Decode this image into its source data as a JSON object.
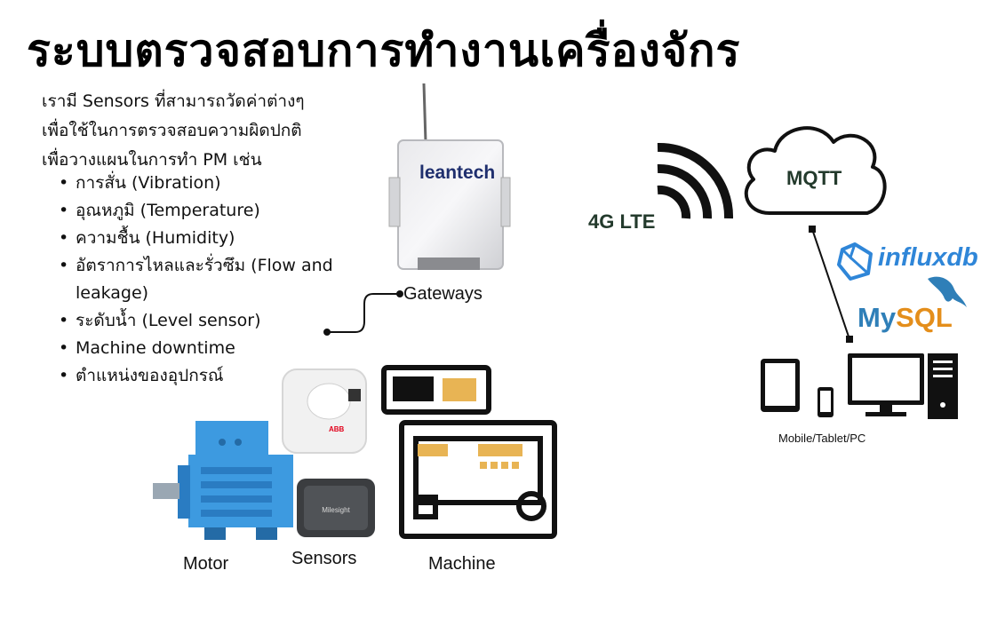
{
  "title": "ระบบตรวจสอบการทำงานเครื่องจักร",
  "intro": {
    "lines": [
      "เรามี Sensors ที่สามารถวัดค่าต่างๆ",
      "เพื่อใช้ในการตรวจสอบความผิดปกติ",
      "เพื่อวางแผนในการทำ PM เช่น"
    ]
  },
  "bullets": [
    "การสั่น (Vibration)",
    "อุณหภูมิ (Temperature)",
    "ความชื้น (Humidity)",
    "อัตราการไหลและรั่วซึม (Flow and leakage)",
    "ระดับน้ำ (Level sensor)",
    "Machine downtime",
    "ตำแหน่งของอุปกรณ์"
  ],
  "gateway": {
    "brand": "leantech",
    "label": "Gateways"
  },
  "devices": {
    "motor_label": "Motor",
    "sensors_label": "Sensors",
    "machine_label": "Machine",
    "sensor_brand": "ABB",
    "sensor2_brand": "Milesight"
  },
  "network": {
    "lte_label": "4G LTE",
    "mqtt_label": "MQTT"
  },
  "databases": {
    "influx": "influxdb",
    "mysql_my": "My",
    "mysql_sql": "SQL"
  },
  "clients": {
    "label": "Mobile/Tablet/PC"
  },
  "colors": {
    "dark_green": "#233a2c",
    "motor_blue": "#3d9ae0",
    "machine_orange": "#e8b454",
    "influx_blue": "#2f86d8",
    "mysql_blue": "#2f7fb8",
    "mysql_orange": "#e48e1b"
  }
}
